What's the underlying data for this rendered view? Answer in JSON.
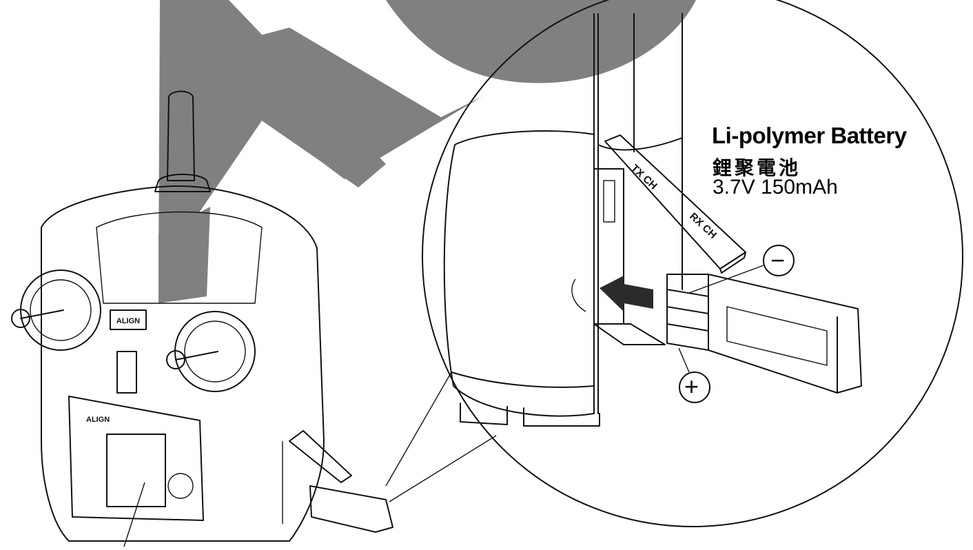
{
  "battery": {
    "title": "Li-polymer Battery",
    "title_cn": "鋰聚電池",
    "spec": "3.7V 150mAh"
  },
  "polarity": {
    "negative": "−",
    "positive": "+"
  },
  "transmitter": {
    "brand_label": "ALIGN"
  },
  "cover_marks": {
    "mark_a": "TX CH",
    "mark_b": "RX CH"
  },
  "colors": {
    "line": "#111111",
    "watermark": "#808080",
    "background": "#ffffff"
  },
  "icons": {
    "insert_arrow": "arrow-left-icon",
    "negative_terminal": "minus-circle-icon",
    "positive_terminal": "plus-circle-icon"
  }
}
